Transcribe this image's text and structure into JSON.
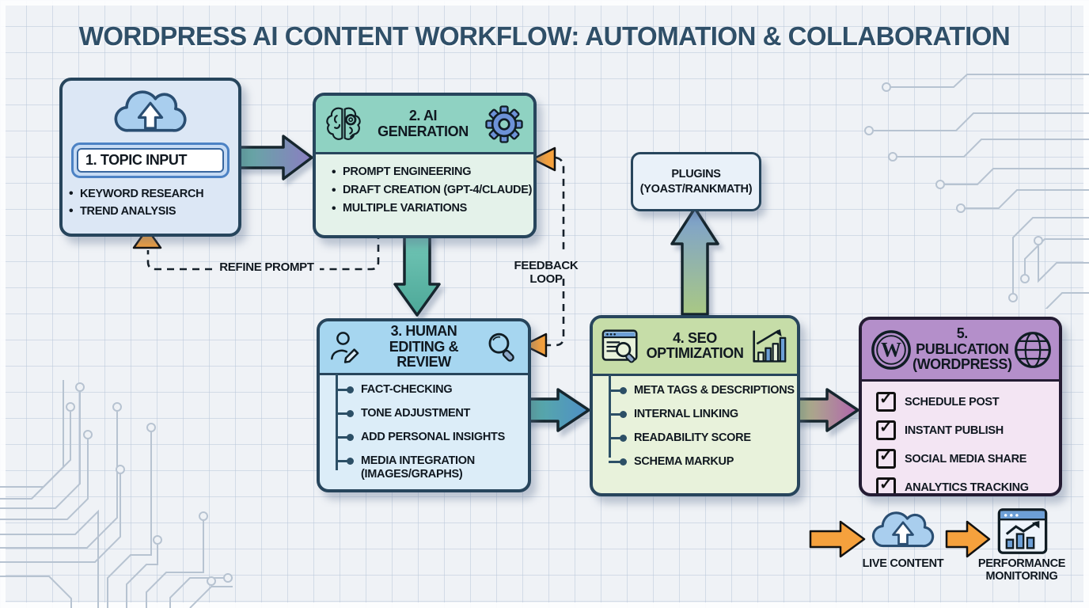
{
  "title": "WORDPRESS AI CONTENT WORKFLOW: AUTOMATION & COLLABORATION",
  "boxes": {
    "topic_input": {
      "title": "1. TOPIC INPUT",
      "items": [
        "KEYWORD RESEARCH",
        "TREND ANALYSIS"
      ]
    },
    "ai_generation": {
      "title": "2. AI GENERATION",
      "items": [
        "PROMPT ENGINEERING",
        "DRAFT CREATION (GPT-4/CLAUDE)",
        "MULTIPLE VARIATIONS"
      ]
    },
    "human_editing": {
      "title": "3. HUMAN EDITING & REVIEW",
      "items": [
        "FACT-CHECKING",
        "TONE ADJUSTMENT",
        "ADD PERSONAL INSIGHTS",
        "MEDIA INTEGRATION (IMAGES/GRAPHS)"
      ]
    },
    "seo_optimization": {
      "title": "4. SEO OPTIMIZATION",
      "items": [
        "META TAGS & DESCRIPTIONS",
        "INTERNAL LINKING",
        "READABILITY SCORE",
        "SCHEMA MARKUP"
      ]
    },
    "publication": {
      "title": "5. PUBLICATION (WORDPRESS)",
      "items": [
        "SCHEDULE POST",
        "INSTANT PUBLISH",
        "SOCIAL MEDIA SHARE",
        "ANALYTICS TRACKING"
      ]
    },
    "plugins": {
      "label": "PLUGINS (YOAST/RANKMATH)"
    }
  },
  "connectors": {
    "refine_prompt": "REFINE PROMPT",
    "feedback_loop": "FEEDBACK LOOP"
  },
  "footer_flow": {
    "live_content": "LIVE CONTENT",
    "performance_monitoring": "PERFORMANCE MONITORING"
  },
  "icons": {
    "wordpress_w": "W"
  },
  "colors": {
    "title_text": "#2f4f68",
    "box1_bg": "#dce7f5",
    "box2_header": "#8fd2c2",
    "box2_body": "#e4f2ea",
    "box3_header": "#a6d6f0",
    "box3_body": "#dcedf8",
    "box4_header": "#c6dda8",
    "box4_body": "#e8f2db",
    "box5_header": "#b48fca",
    "box5_body": "#f3e5f3",
    "border_navy": "#27455c",
    "orange_accent": "#f5a13d",
    "teal_arrow": "#5fbcac",
    "blue_arrow": "#4e8fc7",
    "purple_arrow": "#8b7ec2"
  }
}
